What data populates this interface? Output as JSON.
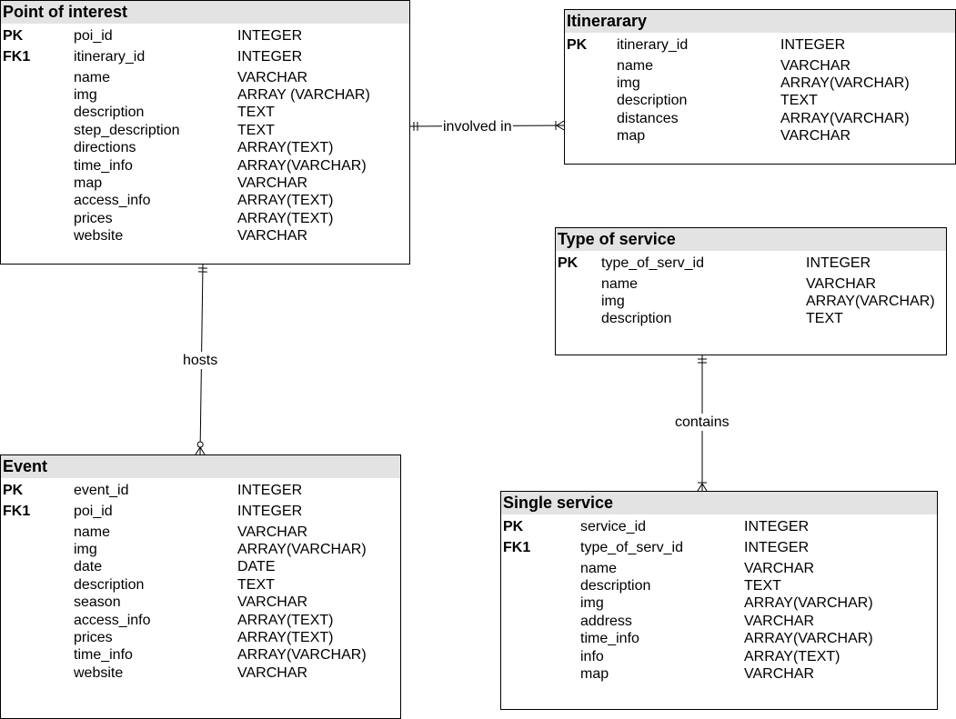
{
  "entities": [
    {
      "id": "poi",
      "title": "Point of interest",
      "rows": [
        {
          "key": "PK",
          "name": "poi_id",
          "type": "INTEGER"
        },
        {
          "key": "FK1",
          "name": "itinerary_id",
          "type": "INTEGER"
        },
        {
          "key": "",
          "name": "name",
          "type": "VARCHAR"
        },
        {
          "key": "",
          "name": "img",
          "type": "ARRAY (VARCHAR)"
        },
        {
          "key": "",
          "name": "description",
          "type": "TEXT"
        },
        {
          "key": "",
          "name": "step_description",
          "type": "TEXT"
        },
        {
          "key": "",
          "name": "directions",
          "type": "ARRAY(TEXT)"
        },
        {
          "key": "",
          "name": "time_info",
          "type": "ARRAY(VARCHAR)"
        },
        {
          "key": "",
          "name": "map",
          "type": "VARCHAR"
        },
        {
          "key": "",
          "name": "access_info",
          "type": "ARRAY(TEXT)"
        },
        {
          "key": "",
          "name": "prices",
          "type": "ARRAY(TEXT)"
        },
        {
          "key": "",
          "name": "website",
          "type": "VARCHAR"
        }
      ]
    },
    {
      "id": "itinerary",
      "title": "Itinerarary",
      "rows": [
        {
          "key": "PK",
          "name": "itinerary_id",
          "type": "INTEGER"
        },
        {
          "key": "",
          "name": "name",
          "type": "VARCHAR"
        },
        {
          "key": "",
          "name": "img",
          "type": "ARRAY(VARCHAR)"
        },
        {
          "key": "",
          "name": "description",
          "type": "TEXT"
        },
        {
          "key": "",
          "name": "distances",
          "type": "ARRAY(VARCHAR)"
        },
        {
          "key": "",
          "name": "map",
          "type": "VARCHAR"
        }
      ]
    },
    {
      "id": "type_of_service",
      "title": "Type of service",
      "rows": [
        {
          "key": "PK",
          "name": "type_of_serv_id",
          "type": "INTEGER"
        },
        {
          "key": "",
          "name": "name",
          "type": "VARCHAR"
        },
        {
          "key": "",
          "name": "img",
          "type": "ARRAY(VARCHAR)"
        },
        {
          "key": "",
          "name": "description",
          "type": "TEXT"
        }
      ]
    },
    {
      "id": "event",
      "title": "Event",
      "rows": [
        {
          "key": "PK",
          "name": "event_id",
          "type": "INTEGER"
        },
        {
          "key": "FK1",
          "name": "poi_id",
          "type": "INTEGER"
        },
        {
          "key": "",
          "name": "name",
          "type": "VARCHAR"
        },
        {
          "key": "",
          "name": "img",
          "type": "ARRAY(VARCHAR)"
        },
        {
          "key": "",
          "name": "date",
          "type": "DATE"
        },
        {
          "key": "",
          "name": "description",
          "type": "TEXT"
        },
        {
          "key": "",
          "name": "season",
          "type": "VARCHAR"
        },
        {
          "key": "",
          "name": "access_info",
          "type": "ARRAY(TEXT)"
        },
        {
          "key": "",
          "name": "prices",
          "type": "ARRAY(TEXT)"
        },
        {
          "key": "",
          "name": "time_info",
          "type": "ARRAY(VARCHAR)"
        },
        {
          "key": "",
          "name": "website",
          "type": "VARCHAR"
        }
      ]
    },
    {
      "id": "single_service",
      "title": "Single service",
      "rows": [
        {
          "key": "PK",
          "name": "service_id",
          "type": "INTEGER"
        },
        {
          "key": "FK1",
          "name": "type_of_serv_id",
          "type": "INTEGER"
        },
        {
          "key": "",
          "name": "name",
          "type": "VARCHAR"
        },
        {
          "key": "",
          "name": "description",
          "type": "TEXT"
        },
        {
          "key": "",
          "name": "img",
          "type": "ARRAY(VARCHAR)"
        },
        {
          "key": "",
          "name": "address",
          "type": "VARCHAR"
        },
        {
          "key": "",
          "name": "time_info",
          "type": "ARRAY(VARCHAR)"
        },
        {
          "key": "",
          "name": "info",
          "type": "ARRAY(TEXT)"
        },
        {
          "key": "",
          "name": "map",
          "type": "VARCHAR"
        }
      ]
    }
  ],
  "relationships": [
    {
      "id": "involved_in",
      "label": "involved in",
      "from": "poi",
      "to": "itinerary",
      "from_end": "one-mandatory",
      "to_end": "many-mandatory"
    },
    {
      "id": "hosts",
      "label": "hosts",
      "from": "poi",
      "to": "event",
      "from_end": "one-mandatory",
      "to_end": "many-optional"
    },
    {
      "id": "contains",
      "label": "contains",
      "from": "type_of_service",
      "to": "single_service",
      "from_end": "one-mandatory",
      "to_end": "many-mandatory"
    }
  ]
}
